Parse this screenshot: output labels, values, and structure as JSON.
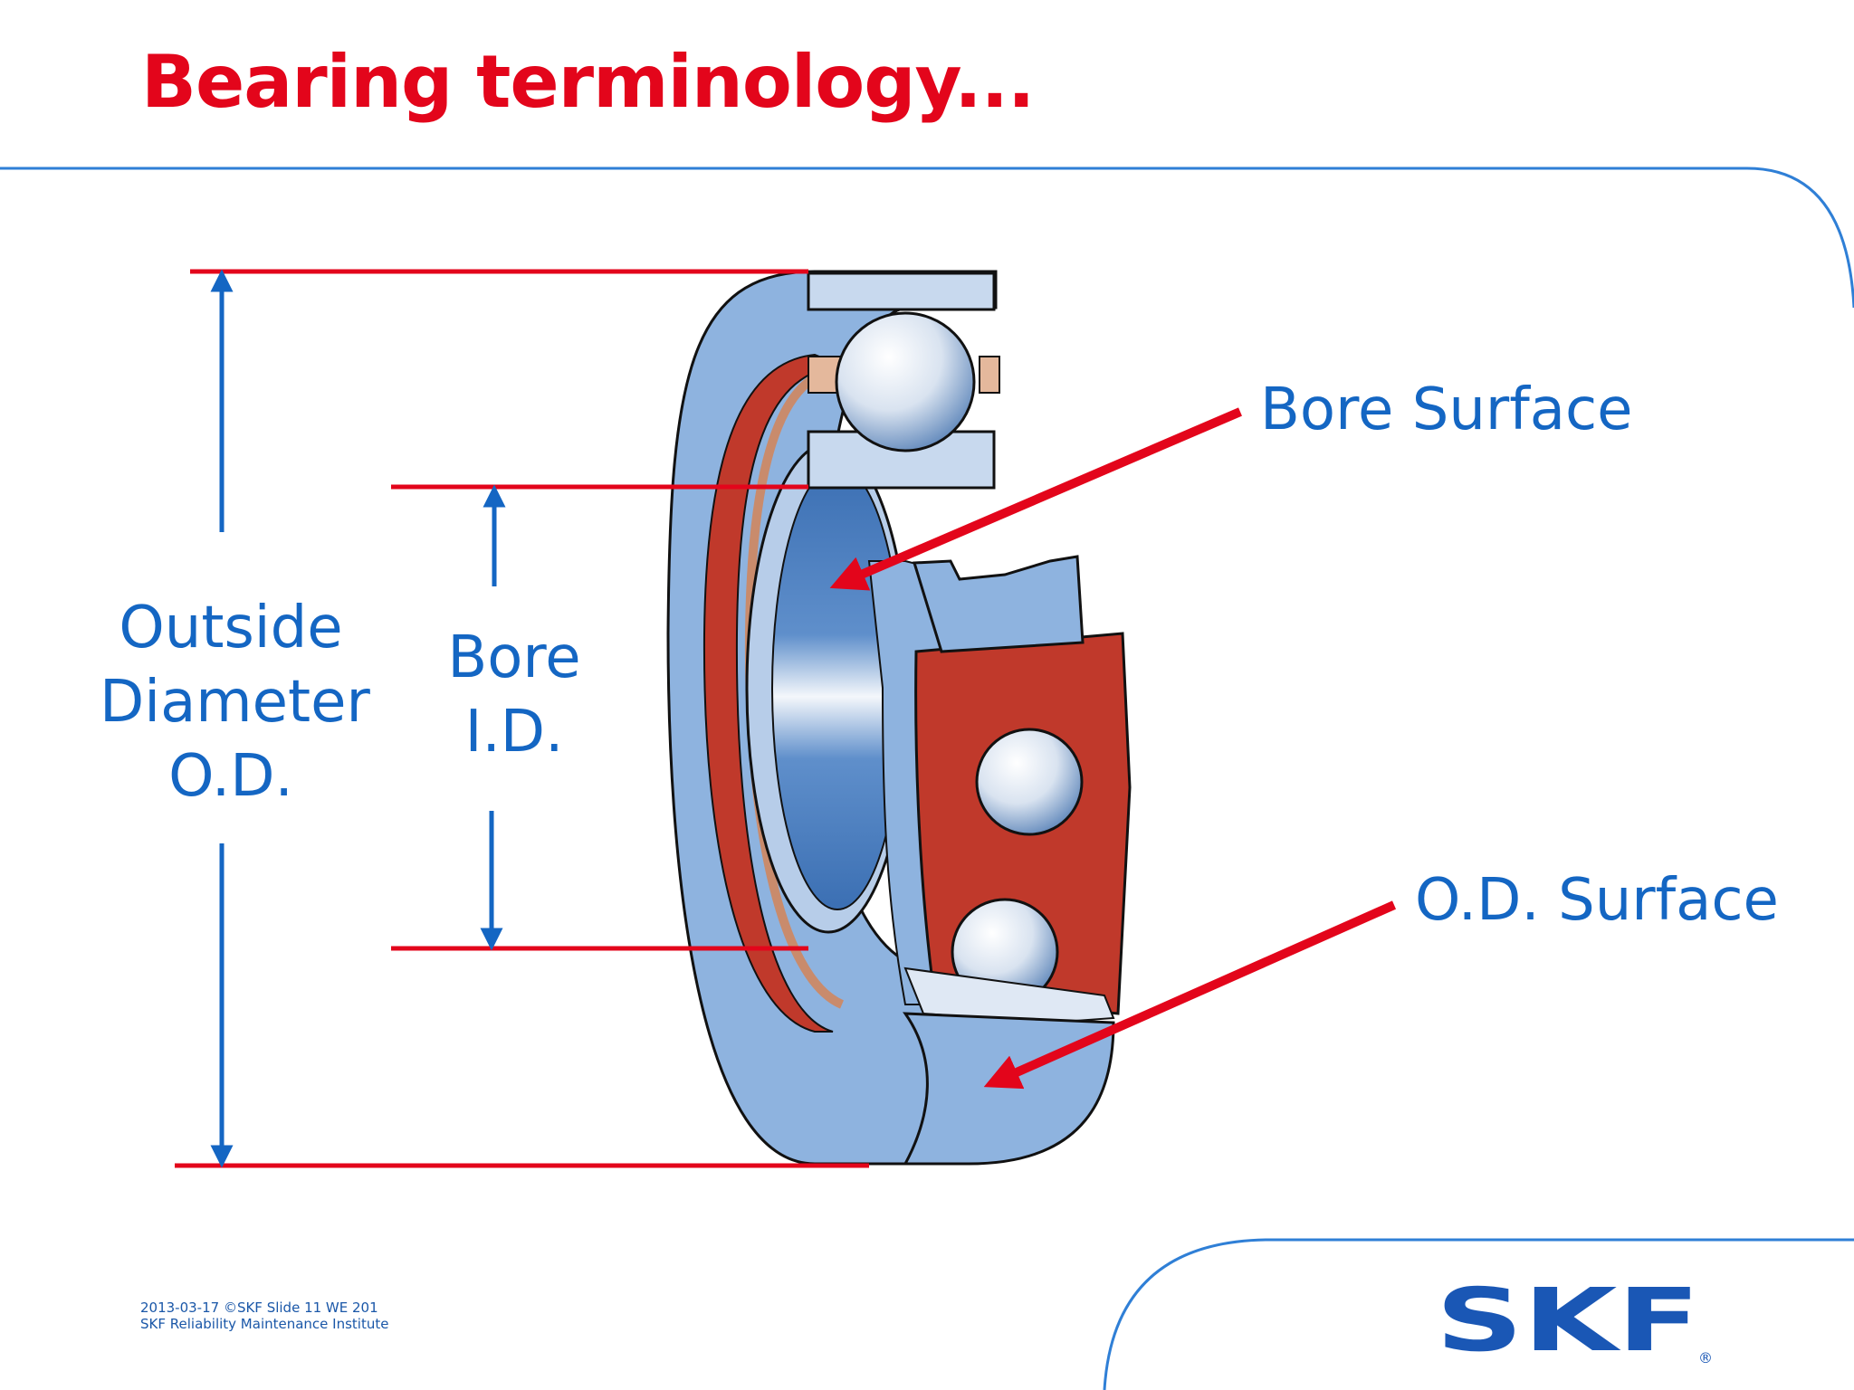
{
  "slide": {
    "title": "Bearing terminology...",
    "colors": {
      "title": "#e3051b",
      "label": "#1466c3",
      "leader": "#e3051b",
      "dimension_arrow": "#1466c3",
      "frame_line": "#2f7fd6"
    }
  },
  "labels": {
    "outside_diameter": [
      "Outside",
      "Diameter",
      "O.D."
    ],
    "bore_id": [
      "Bore",
      "I.D."
    ],
    "bore_surface": "Bore Surface",
    "od_surface": "O.D. Surface"
  },
  "footer": {
    "line1": "2013-03-17  ©SKF  Slide 11  WE 201",
    "line2": "SKF Reliability Maintenance Institute"
  },
  "logo": {
    "text": "SKF",
    "mark": "®",
    "color": "#1a57b5"
  }
}
